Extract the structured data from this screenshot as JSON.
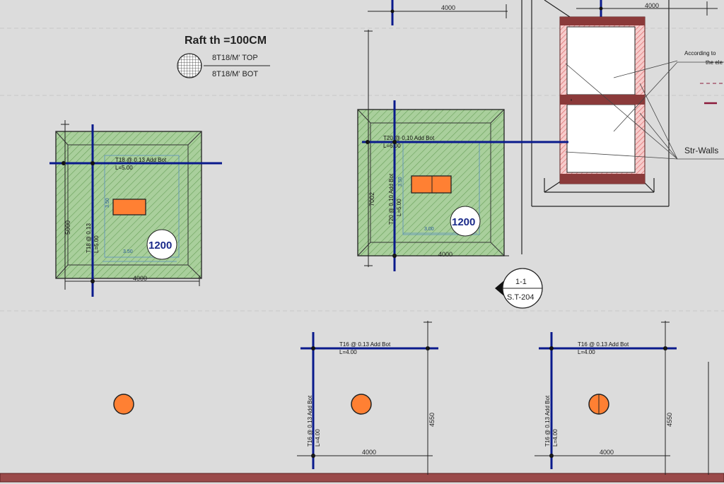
{
  "colors": {
    "background": "#dcdcdc",
    "footing_fill": "#a9cf9c",
    "rebar_blue": "#0a1a8c",
    "column_orange": "#ff8033",
    "wall_hatch": "#e89a9a",
    "wall_dark": "#8b3a3a"
  },
  "legend": {
    "title": "Raft th =100CM",
    "top_label": "8T18/M' TOP",
    "bot_label": "8T18/M' BOT"
  },
  "footing_left": {
    "rebar_h": "T18 @ 0.13 Add Bot",
    "rebar_h_len": "L=5.00",
    "rebar_v": "T18 @ 0.13",
    "rebar_v_len": "L=5.00",
    "dim_width": "4000",
    "dim_height": "5000",
    "inner_h": "3.50",
    "inner_v": "3.50",
    "thickness": "1200"
  },
  "footing_center": {
    "rebar_h": "T20 @ 0.10 Add Bot",
    "rebar_h_len": "L=6.00",
    "rebar_v": "T20 @ 0.10 Add Bot",
    "rebar_v_len": "L=5.00",
    "dim_width": "4000",
    "dim_height": "7002",
    "inner_h": "3.00",
    "inner_v": "3.50",
    "thickness": "1200"
  },
  "section_marker": {
    "number": "1-1",
    "sheet": "S.T-204"
  },
  "top_dims": {
    "left": "4000",
    "right": "4000"
  },
  "annotations": {
    "according_1": "According to",
    "according_2": "the ele",
    "str_walls": "Str-Walls"
  },
  "pile_cap_mid": {
    "rebar_h": "T16 @ 0.13 Add Bot",
    "rebar_h_len": "L=4.00",
    "rebar_v": "T16 @ 0.13 Add Bot",
    "rebar_v_len": "L=4.00",
    "dim_width": "4000",
    "dim_height": "4550"
  },
  "pile_cap_right": {
    "rebar_h": "T16 @ 0.13 Add Bot",
    "rebar_h_len": "L=4.00",
    "rebar_v": "T16 @ 0.13 Add Bot",
    "rebar_v_len": "L=4.00",
    "dim_width": "4000",
    "dim_height": "4550"
  }
}
